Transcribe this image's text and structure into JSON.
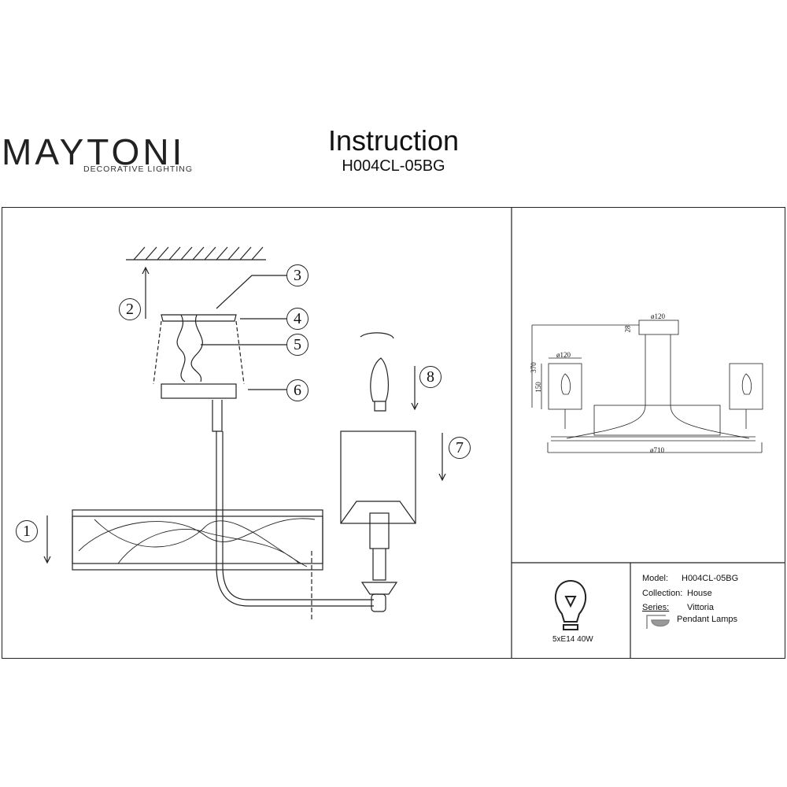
{
  "header": {
    "brand": "MAYTONI",
    "brand_tagline": "DECORATIVE LIGHTING",
    "title": "Instruction",
    "model": "H004CL-05BG",
    "brand_dot_color": "#6b2d6b"
  },
  "steps": [
    "1",
    "2",
    "3",
    "4",
    "5",
    "6",
    "7",
    "8"
  ],
  "dimensions": {
    "canopy_diameter": "ø120",
    "canopy_height": "28",
    "total_height": "370",
    "shade_diameter": "ø120",
    "shade_height": "150",
    "total_diameter": "ø710"
  },
  "bulb": {
    "spec": "5xE14 40W",
    "icon": "bulb-icon"
  },
  "specs": {
    "model_label": "Model:",
    "model_value": "H004CL-05BG",
    "collection_label": "Collection:",
    "collection_value": "House",
    "series_label": "Series:",
    "series_value": "Vittoria",
    "type_value": "Pendant Lamps",
    "type_icon": "pendant-lamp-icon"
  }
}
